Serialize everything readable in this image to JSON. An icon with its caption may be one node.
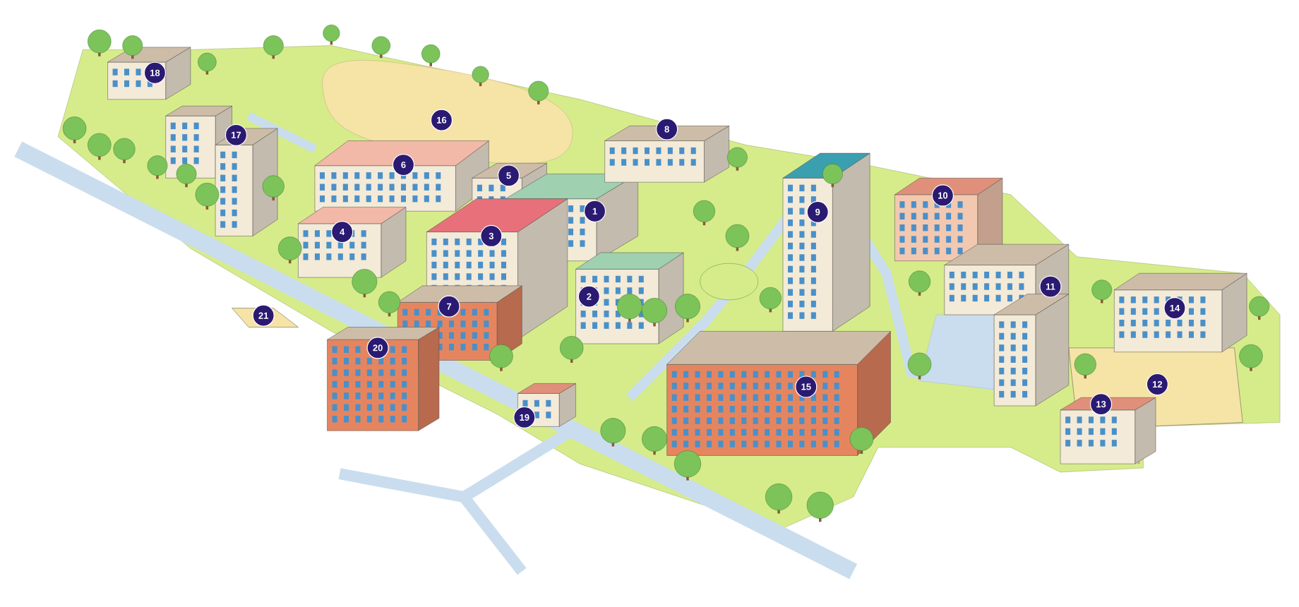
{
  "diagram": {
    "labels": [
      "18",
      "16",
      "8",
      "17",
      "6",
      "5",
      "10",
      "1",
      "9",
      "4",
      "3",
      "11",
      "2",
      "7",
      "14",
      "21",
      "20",
      "12",
      "15",
      "13",
      "19"
    ]
  }
}
